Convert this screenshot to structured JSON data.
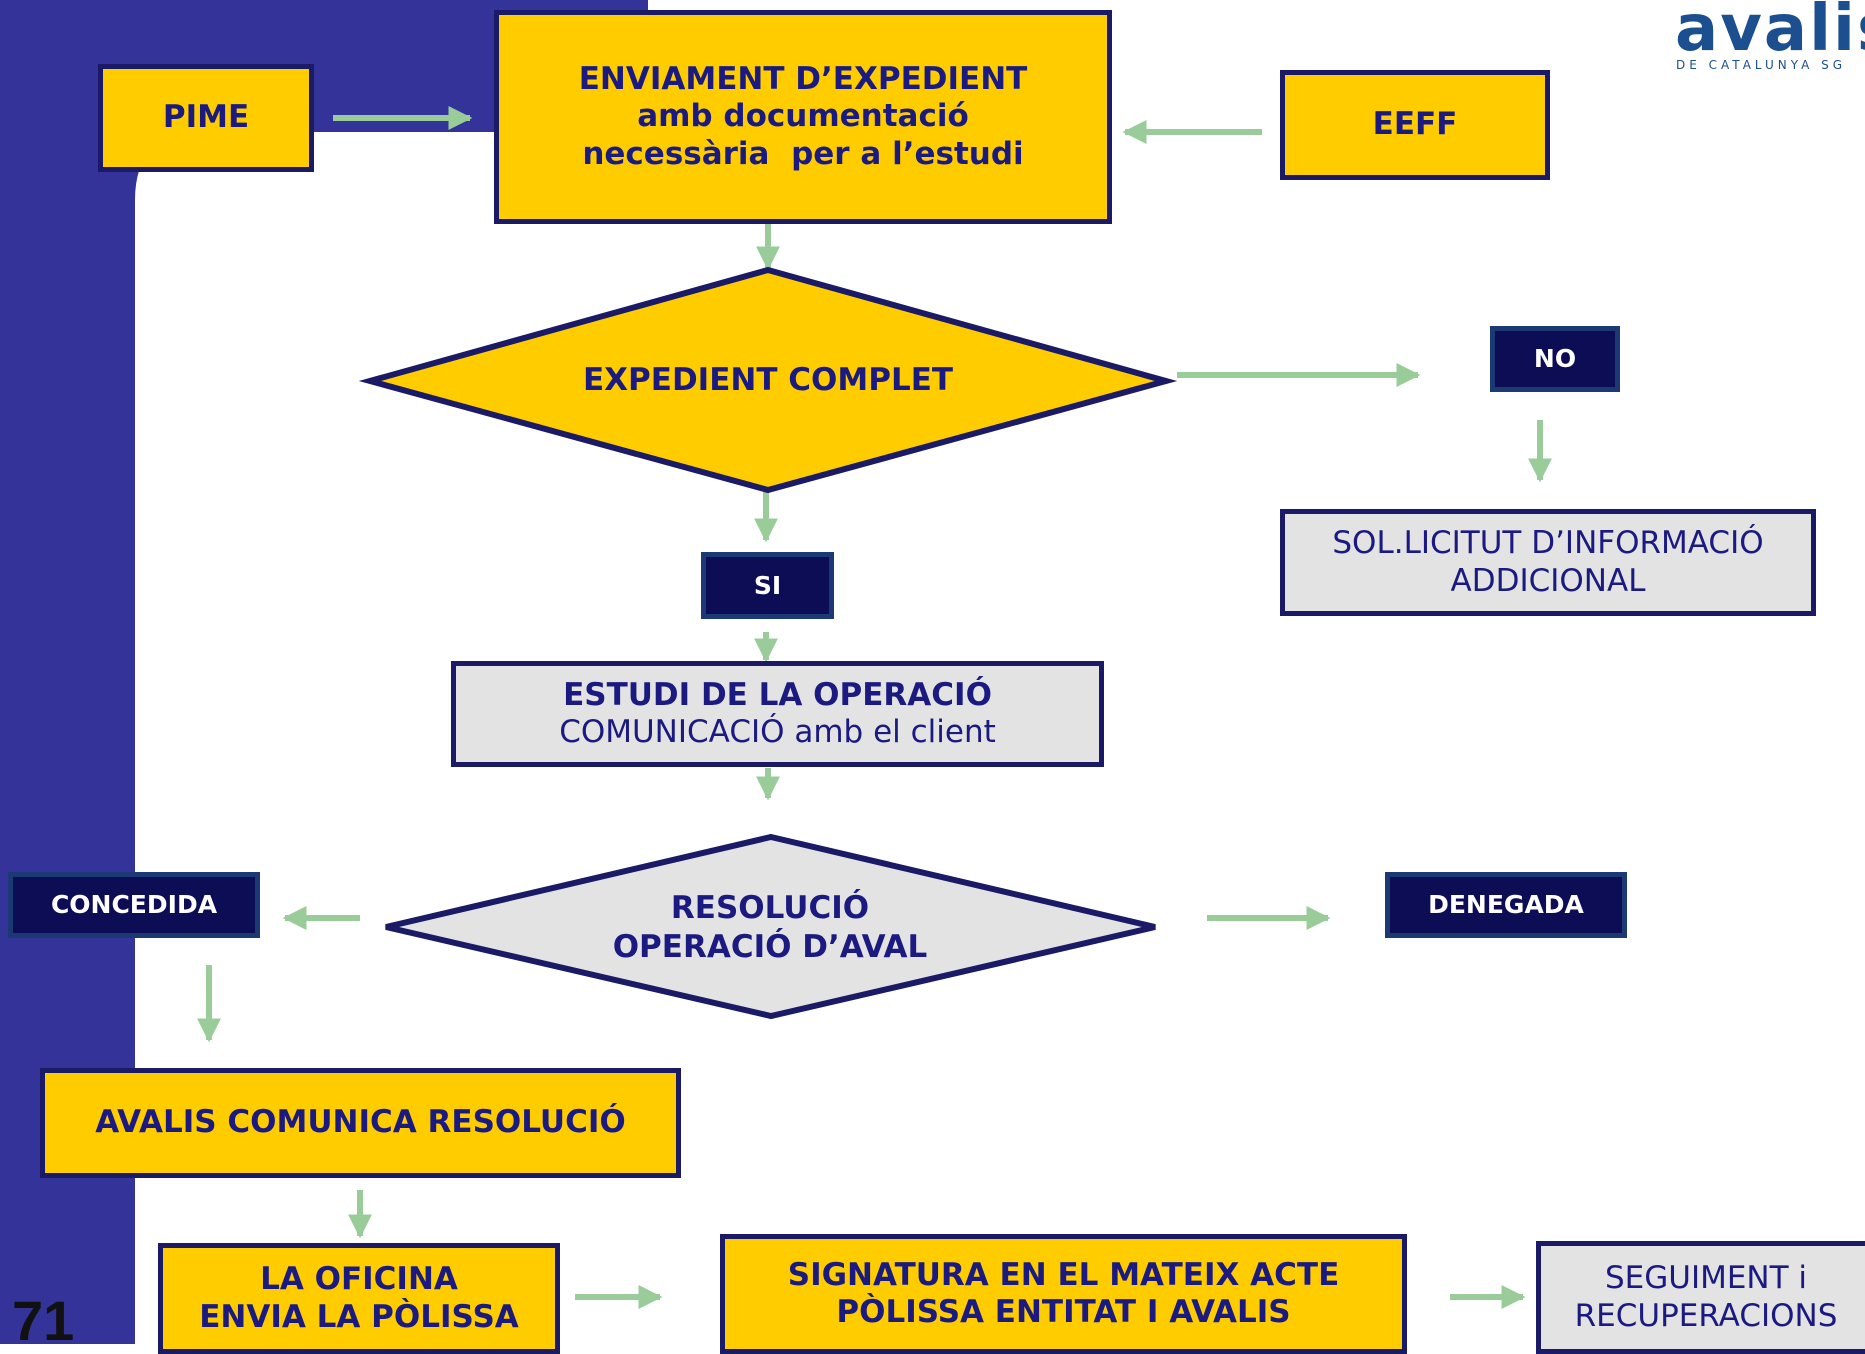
{
  "page_number": "71",
  "logo": {
    "word": "avalis",
    "tagline": "DE CATALUNYA SG"
  },
  "colors": {
    "sidebar": "#333399",
    "box_fill_yellow": "#ffcc00",
    "box_fill_grey": "#e3e3e3",
    "box_fill_dark": "#0d0d55",
    "text": "#1a1a80",
    "arrow": "#99cc99"
  },
  "nodes": {
    "pime": "PIME",
    "enviament": [
      "ENVIAMENT D’EXPEDIENT",
      "amb documentació",
      "necessària  per a l’estudi"
    ],
    "eeff": "EEFF",
    "expedient_complet": "EXPEDIENT COMPLET",
    "no": "NO",
    "sollicitut": [
      "SOL.LICITUT D’INFORMACIÓ",
      "ADDICIONAL"
    ],
    "si": "SI",
    "estudi": [
      "ESTUDI DE LA OPERACIÓ",
      "COMUNICACIÓ amb el client"
    ],
    "resolucio": [
      "RESOLUCIÓ",
      "OPERACIÓ D’AVAL"
    ],
    "concedida": "CONCEDIDA",
    "denegada": "DENEGADA",
    "avalis_comunica": "AVALIS COMUNICA RESOLUCIÓ",
    "oficina": [
      "LA OFICINA",
      "ENVIA LA PÒLISSA"
    ],
    "signatura": [
      "SIGNATURA EN EL MATEIX ACTE",
      "PÒLISSA ENTITAT I AVALIS"
    ],
    "seguiment": [
      "SEGUIMENT i",
      "RECUPERACIONS"
    ]
  }
}
